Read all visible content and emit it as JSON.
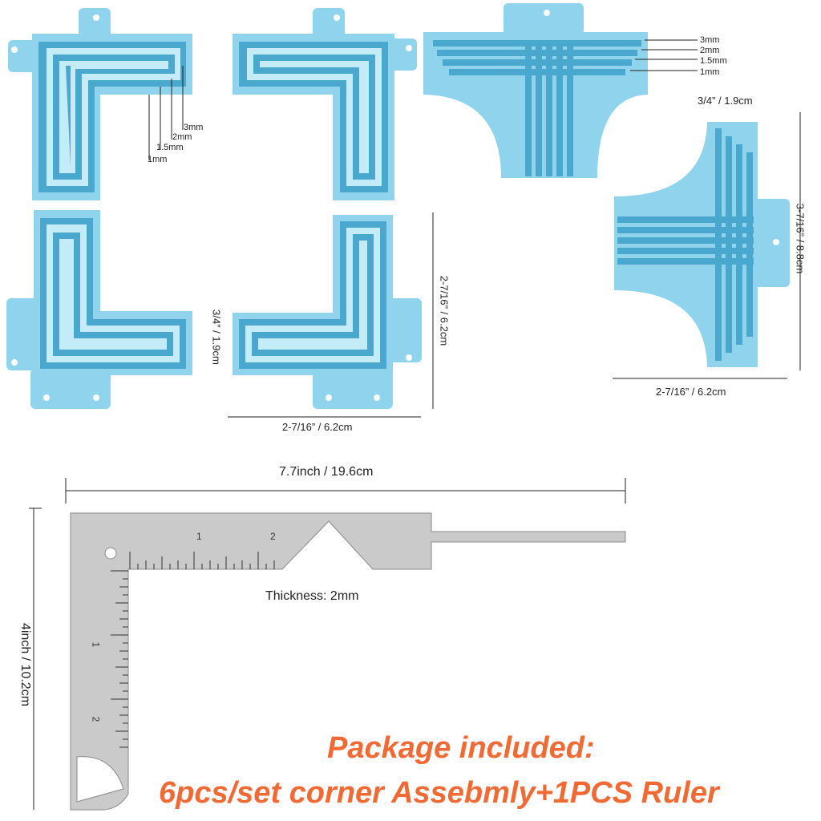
{
  "colors": {
    "piece_fill": "#8fd3ec",
    "piece_dark": "#4aa8cf",
    "piece_light": "#c4ecf8",
    "ruler_fill": "#c9c9c9",
    "ruler_edge": "#8a8a8a",
    "accent_text": "#f06a35"
  },
  "thickness_callout": {
    "labels": [
      "3mm",
      "2mm",
      "1.5mm",
      "1mm"
    ]
  },
  "dimensions": {
    "corner_side": "2-7/16” / 6.2cm",
    "corner_height": "3/4” / 1.9cm",
    "tee_height": "3/4” / 1.9cm",
    "tee_length": "3-7/16” / 8.8cm",
    "tee_width": "2-7/16” / 6.2cm",
    "ruler_length": "7.7inch / 19.6cm",
    "ruler_height": "4inch / 10.2cm",
    "ruler_thickness": "Thickness: 2mm"
  },
  "ruler_ticks": {
    "horizontal": [
      "1",
      "2"
    ],
    "vertical": [
      "1",
      "2"
    ]
  },
  "package": {
    "line1": "Package included:",
    "line2": "6pcs/set corner Assebmly+1PCS Ruler"
  }
}
